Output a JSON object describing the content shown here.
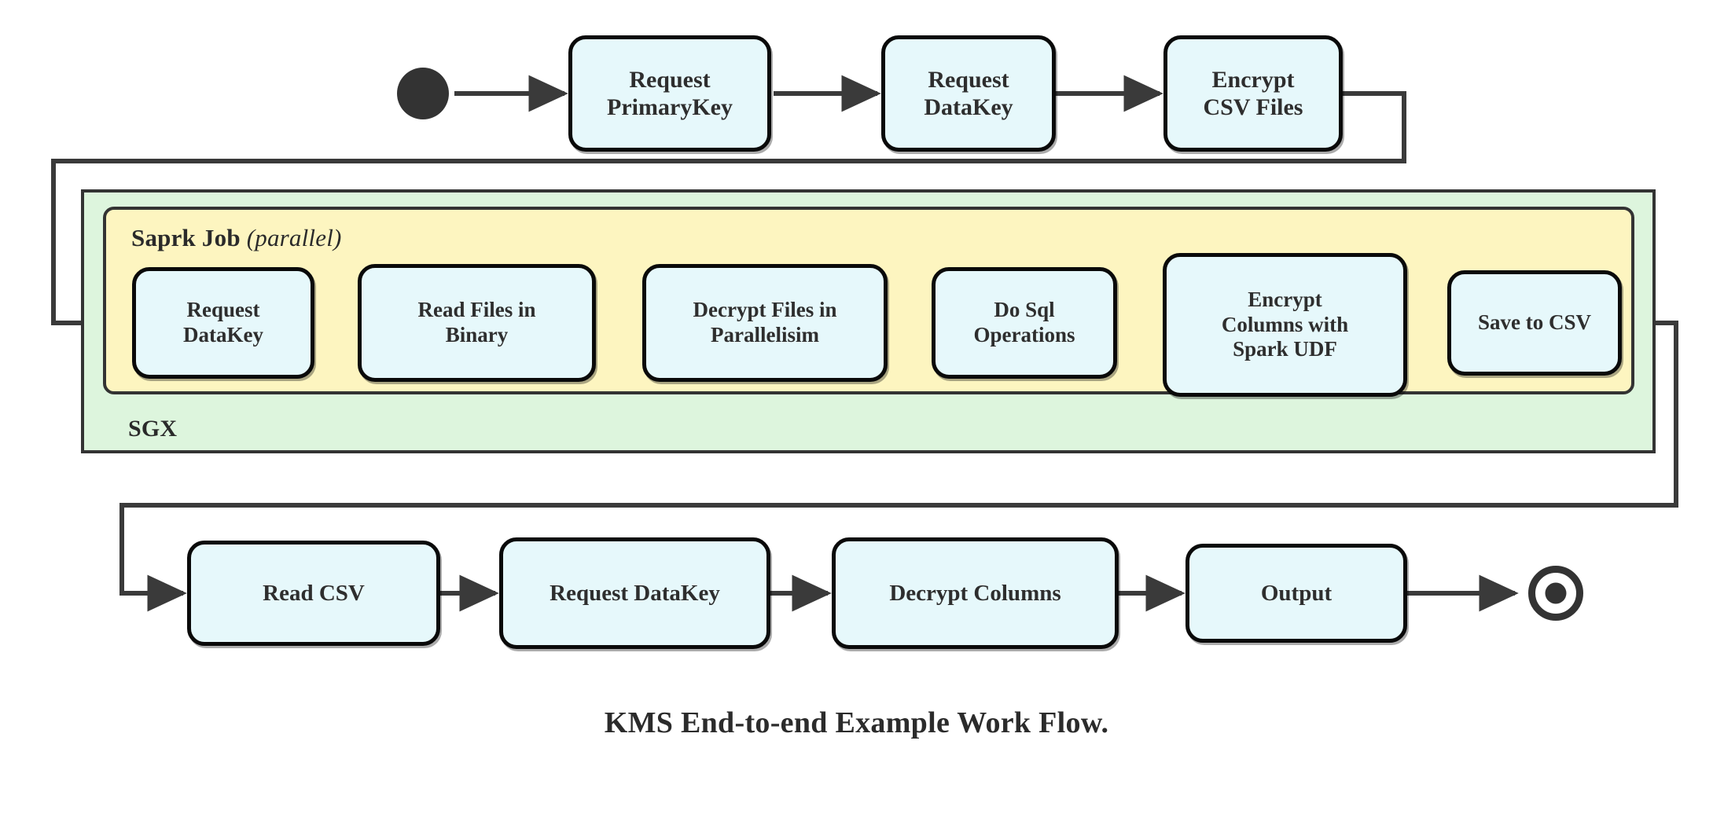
{
  "diagram": {
    "caption": "KMS End-to-end Example Work Flow.",
    "colors": {
      "node_fill": "#e6f8fb",
      "node_stroke": "#0a0a0a",
      "sgx_fill": "#ddf5dd",
      "spark_fill": "#fdf5c0",
      "container_stroke": "#333333",
      "edge_stroke": "#3a3a3a",
      "text": "#2e2e2e",
      "background": "#ffffff"
    },
    "markers": {
      "start": "start-node-filled-circle",
      "end": "end-node-bullseye-circle"
    },
    "containers": [
      {
        "id": "sgx",
        "label": "SGX",
        "label_position": "bottom-left",
        "fill": "#ddf5dd"
      },
      {
        "id": "spark",
        "label": "Saprk Job",
        "label_suffix": "(parallel)",
        "label_position": "top-left",
        "fill": "#fdf5c0"
      }
    ],
    "rows": {
      "top": {
        "name": "preparation-row",
        "nodes": [
          {
            "id": "request-primarykey",
            "label": "Request\nPrimaryKey"
          },
          {
            "id": "request-datakey-top",
            "label": "Request\nDataKey"
          },
          {
            "id": "encrypt-csv-files",
            "label": "Encrypt\nCSV Files"
          }
        ]
      },
      "middle": {
        "name": "spark-job-row",
        "nodes": [
          {
            "id": "request-datakey-spark",
            "label": "Request\nDataKey"
          },
          {
            "id": "read-files-in-binary",
            "label": "Read Files in\nBinary"
          },
          {
            "id": "decrypt-files-in-parallelisim",
            "label": "Decrypt Files in\nParallelisim"
          },
          {
            "id": "do-sql-operations",
            "label": "Do Sql\nOperations"
          },
          {
            "id": "encrypt-columns-with-spark-udf",
            "label": "Encrypt\nColumns with\nSpark UDF"
          },
          {
            "id": "save-to-csv",
            "label": "Save to CSV"
          }
        ]
      },
      "bottom": {
        "name": "consumption-row",
        "nodes": [
          {
            "id": "read-csv",
            "label": "Read CSV"
          },
          {
            "id": "request-datakey-bottom",
            "label": "Request DataKey"
          },
          {
            "id": "decrypt-columns",
            "label": "Decrypt Columns"
          },
          {
            "id": "output",
            "label": "Output"
          }
        ]
      }
    },
    "edges": [
      {
        "from": "start",
        "to": "request-primarykey",
        "type": "straight"
      },
      {
        "from": "request-primarykey",
        "to": "request-datakey-top",
        "type": "straight"
      },
      {
        "from": "request-datakey-top",
        "to": "encrypt-csv-files",
        "type": "straight"
      },
      {
        "from": "encrypt-csv-files",
        "to": "request-datakey-spark",
        "type": "orthogonal-right-down-left-into"
      },
      {
        "from": "request-datakey-spark",
        "to": "read-files-in-binary",
        "type": "straight"
      },
      {
        "from": "read-files-in-binary",
        "to": "decrypt-files-in-parallelisim",
        "type": "straight"
      },
      {
        "from": "decrypt-files-in-parallelisim",
        "to": "do-sql-operations",
        "type": "straight"
      },
      {
        "from": "do-sql-operations",
        "to": "encrypt-columns-with-spark-udf",
        "type": "straight"
      },
      {
        "from": "encrypt-columns-with-spark-udf",
        "to": "save-to-csv",
        "type": "straight"
      },
      {
        "from": "save-to-csv",
        "to": "read-csv",
        "type": "orthogonal-right-down-left-down-right-into"
      },
      {
        "from": "read-csv",
        "to": "request-datakey-bottom",
        "type": "straight"
      },
      {
        "from": "request-datakey-bottom",
        "to": "decrypt-columns",
        "type": "straight"
      },
      {
        "from": "decrypt-columns",
        "to": "output",
        "type": "straight"
      },
      {
        "from": "output",
        "to": "end",
        "type": "straight"
      }
    ]
  }
}
